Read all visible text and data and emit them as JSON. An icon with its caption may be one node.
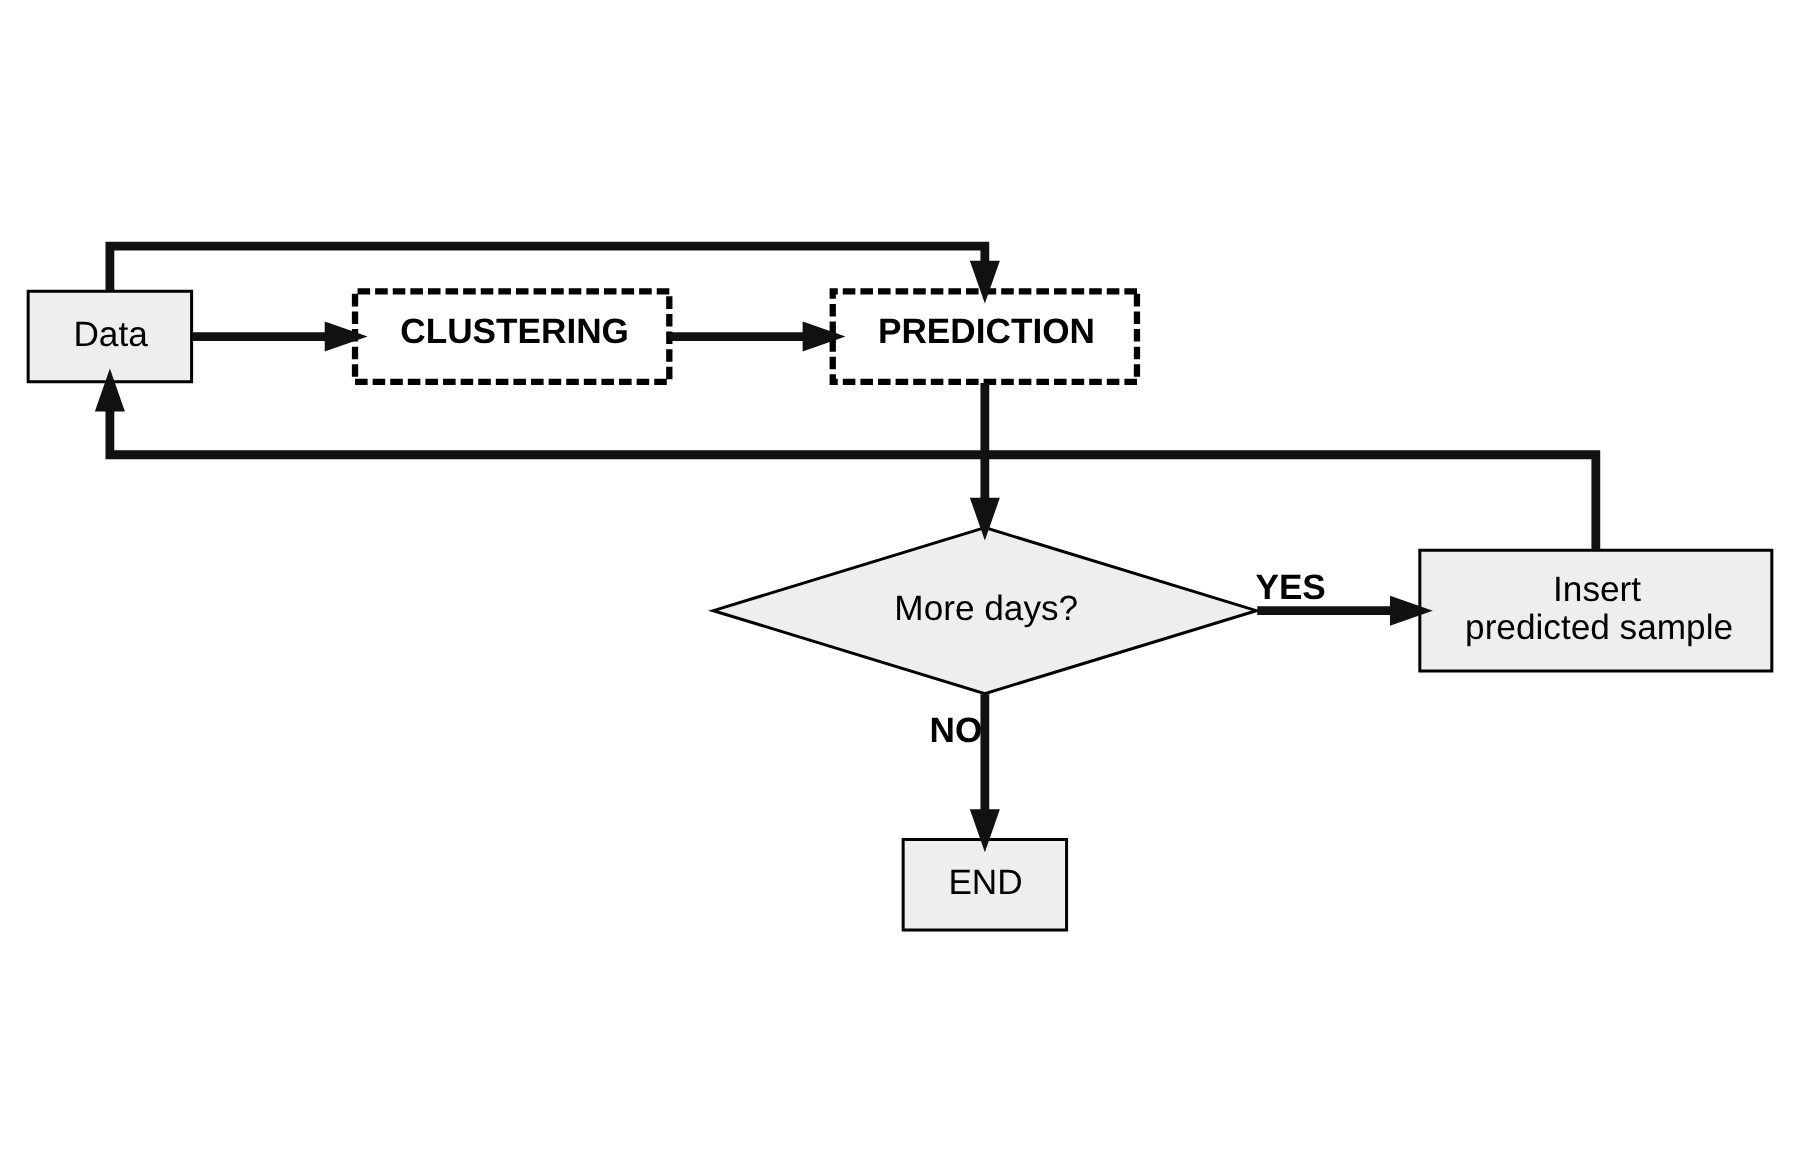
{
  "diagram": {
    "nodes": [
      {
        "text": [
          "Data"
        ]
      },
      {
        "text": [
          "CLUSTERING"
        ]
      },
      {
        "text": [
          "PREDICTION"
        ]
      },
      {
        "text": [
          "More days?"
        ]
      },
      {
        "text": [
          "Insert predicted sample"
        ]
      },
      {
        "text": [
          "END"
        ]
      }
    ],
    "edges": [
      {
        "from": 0,
        "to": 2,
        "arrow": "to"
      },
      {
        "from": 0,
        "to": 1,
        "arrow": "to"
      },
      {
        "from": 1,
        "to": 2,
        "arrow": "to"
      },
      {
        "from": 2,
        "to": 3,
        "arrow": "to"
      },
      {
        "from": 3,
        "to": 4,
        "arrow": "to",
        "label": "YES"
      },
      {
        "from": 4,
        "to": 0,
        "arrow": "to"
      },
      {
        "from": 3,
        "to": 5,
        "arrow": "to",
        "label": "NO"
      }
    ]
  }
}
